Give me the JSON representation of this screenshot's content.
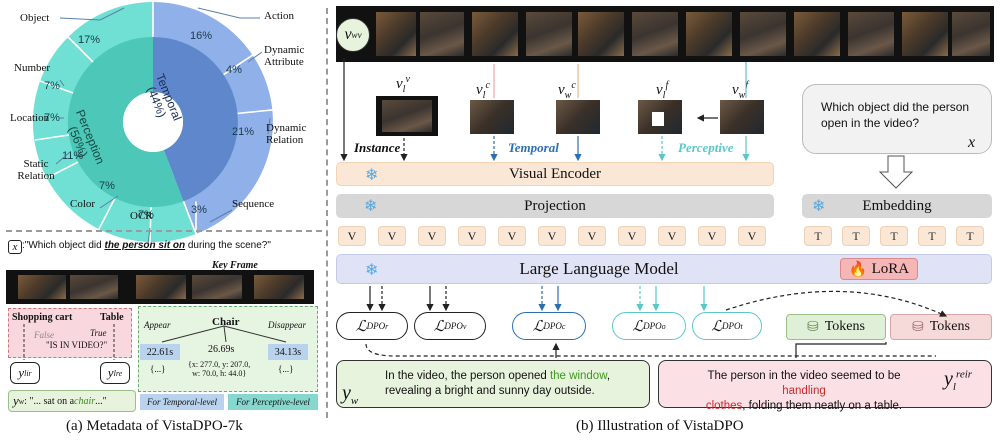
{
  "donut": {
    "inner": [
      {
        "label": "Temporal",
        "pct": "(44%)"
      },
      {
        "label": "Perception",
        "pct": "(56%)"
      }
    ],
    "outer": [
      {
        "name": "Action",
        "pct": "16%"
      },
      {
        "name": "Dynamic Attribute",
        "pct": "4%"
      },
      {
        "name": "Dynamic Relation",
        "pct": "21%"
      },
      {
        "name": "Sequence",
        "pct": "3%"
      },
      {
        "name": "OCR",
        "pct": "7%"
      },
      {
        "name": "Color",
        "pct": "7%"
      },
      {
        "name": "Static Relation",
        "pct": "11%"
      },
      {
        "name": "Location",
        "pct": "7%"
      },
      {
        "name": "Number",
        "pct": "7%"
      },
      {
        "name": "Object",
        "pct": "17%"
      }
    ],
    "colors": {
      "temporal": "#7aa0dd",
      "perception": "#5fd6c9",
      "temporal_inner": "#5f88cc",
      "perception_inner": "#4cc7b8"
    }
  },
  "metadata": {
    "x_label": "x",
    "question_prefix": ":\"Which object did ",
    "question_highlight": "the person sit on",
    "question_suffix": " during the scene?\"",
    "key_frame": "Key Frame",
    "shopping_cart": "Shopping cart",
    "table": "Table",
    "false_label": "False",
    "true_label": "True",
    "is_in_video": "\"IS IN VIDEO?\"",
    "chair": "Chair",
    "appear": "Appear",
    "disappear": "Disappear",
    "t1": "22.61s",
    "t2": "26.69s",
    "t3": "34.13s",
    "dots1": "{...}",
    "bbox": "{x: 277.0, y: 207.0,\nw: 70.0, h: 44.0}",
    "dots3": "{...}",
    "y_ir": "y",
    "y_ir_sup": "ir",
    "y_ir_sub": "l",
    "y_re": "y",
    "y_re_sup": "re",
    "y_re_sub": "l",
    "yw": "y",
    "yw_sub": "w",
    "yw_text_pre": ": \"... sat on a ",
    "yw_text_hl": "chair",
    "yw_text_post": " ...\"",
    "for_temporal": "For Temporal-level",
    "for_perceptive": "For Perceptive-level"
  },
  "illustration": {
    "vw": "v",
    "vw_sup": "v",
    "vw_sub": "w",
    "frames_top": [
      {
        "label": "v",
        "sup": "v",
        "sub": "l"
      },
      {
        "label": "v",
        "sup": "c",
        "sub": "l"
      },
      {
        "label": "v",
        "sup": "c",
        "sub": "w"
      },
      {
        "label": "v",
        "sup": "f",
        "sub": "l"
      },
      {
        "label": "v",
        "sup": "f",
        "sub": "w"
      }
    ],
    "instance": "Instance",
    "temporal": "Temporal",
    "perceptive": "Perceptive",
    "question": "Which object did the person open in the video?",
    "x_label": "x",
    "visual_encoder": "Visual Encoder",
    "projection": "Projection",
    "embedding": "Embedding",
    "v_token": "V",
    "t_token": "T",
    "llm": "Large Language Model",
    "lora": "LoRA",
    "losses": [
      {
        "sub": "r"
      },
      {
        "sub": "v"
      },
      {
        "sub": "c"
      },
      {
        "sub": "o"
      },
      {
        "sub": "t"
      }
    ],
    "tokens1": "Tokens",
    "tokens2": "Tokens",
    "yw_text_pre": "In the video, the person opened ",
    "yw_text_hl": "the window",
    "yw_text_post": ",\nrevealing a bright and sunny day outside.",
    "yl_text_pre": "The person in the video seemed to be ",
    "yl_text_hl": "handling\nclothes",
    "yl_text_post": ", folding them neatly on a table.",
    "yw_label": "y",
    "yw_label_sub": "w",
    "yl_label": "y",
    "yl_label_sup1": "re",
    "yl_label_sup2": "ir",
    "yl_label_sub": "l"
  },
  "captions": {
    "left": "(a) Metadata of VistaDPO-7k",
    "right": "(b) Illustration of VistaDPO"
  }
}
